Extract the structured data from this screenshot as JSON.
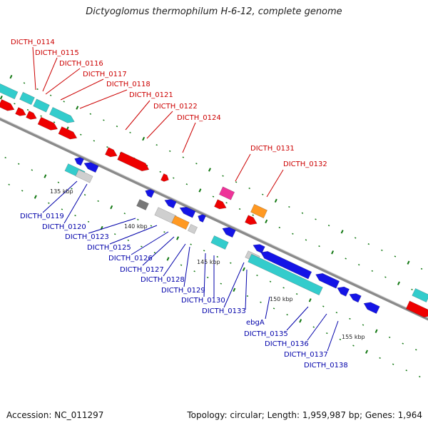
{
  "header": {
    "title": "Dictyoglomus thermophilum H-6-12, complete genome"
  },
  "footer": {
    "accession": "Accession: NC_011297",
    "summary": "Topology: circular; Length: 1,959,987 bp; Genes: 1,964"
  },
  "colors": {
    "backbone": "#8a8a8a",
    "forward_gene": "#ee0000",
    "reverse_gene": "#1414e6",
    "rna": "#33cccc",
    "pink": "#ee3399",
    "orange": "#ff9922",
    "gray": "#777777",
    "light_gray": "#cfcfcf",
    "tick": "#117711",
    "label_red": "#cc0000",
    "label_blue": "#0000aa"
  },
  "ticks": [
    "135 kbp",
    "140 kbp",
    "145 kbp",
    "150 kbp",
    "155 kbp"
  ],
  "forward_labels": [
    "DICTH_0114",
    "DICTH_0115",
    "DICTH_0116",
    "DICTH_0117",
    "DICTH_0118",
    "DICTH_0121",
    "DICTH_0122",
    "DICTH_0124",
    "DICTH_0131",
    "DICTH_0132"
  ],
  "reverse_labels": [
    "DICTH_0119",
    "DICTH_0120",
    "DICTH_0123",
    "DICTH_0125",
    "DICTH_0126",
    "DICTH_0127",
    "DICTH_0128",
    "DICTH_0129",
    "DICTH_0130",
    "DICTH_0133",
    "ebgA",
    "DICTH_0135",
    "DICTH_0136",
    "DICTH_0137",
    "DICTH_0138"
  ]
}
